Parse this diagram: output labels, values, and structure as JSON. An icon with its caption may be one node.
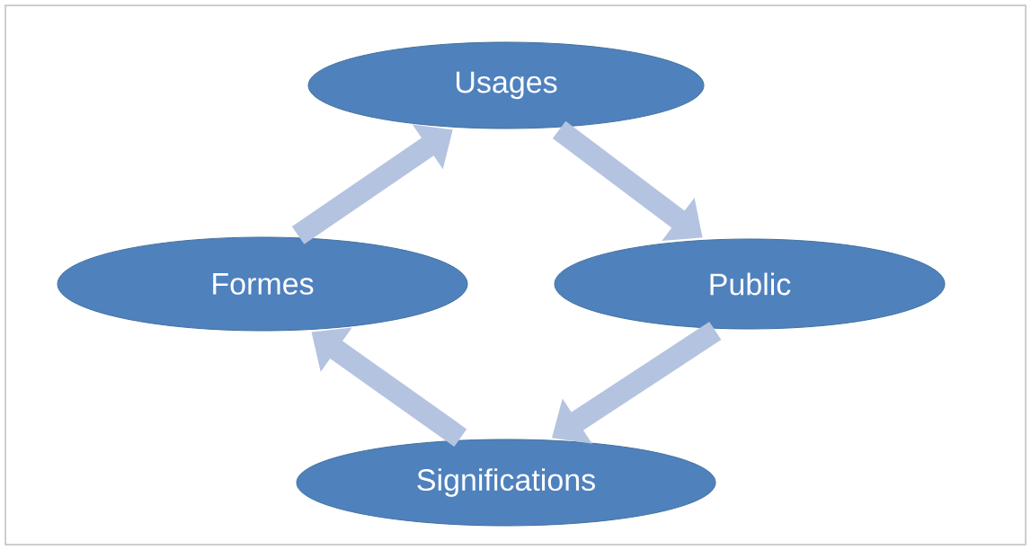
{
  "diagram": {
    "nodes": [
      {
        "text": [
          "Usages"
        ]
      },
      {
        "text": [
          "Formes"
        ]
      },
      {
        "text": [
          "Public"
        ]
      },
      {
        "text": [
          "Significations"
        ]
      }
    ],
    "edges": [
      {
        "from": 1,
        "to": 0,
        "arrow": "to"
      },
      {
        "from": 0,
        "to": 2,
        "arrow": "to"
      },
      {
        "from": 2,
        "to": 3,
        "arrow": "to"
      },
      {
        "from": 3,
        "to": 1,
        "arrow": "to"
      }
    ]
  }
}
